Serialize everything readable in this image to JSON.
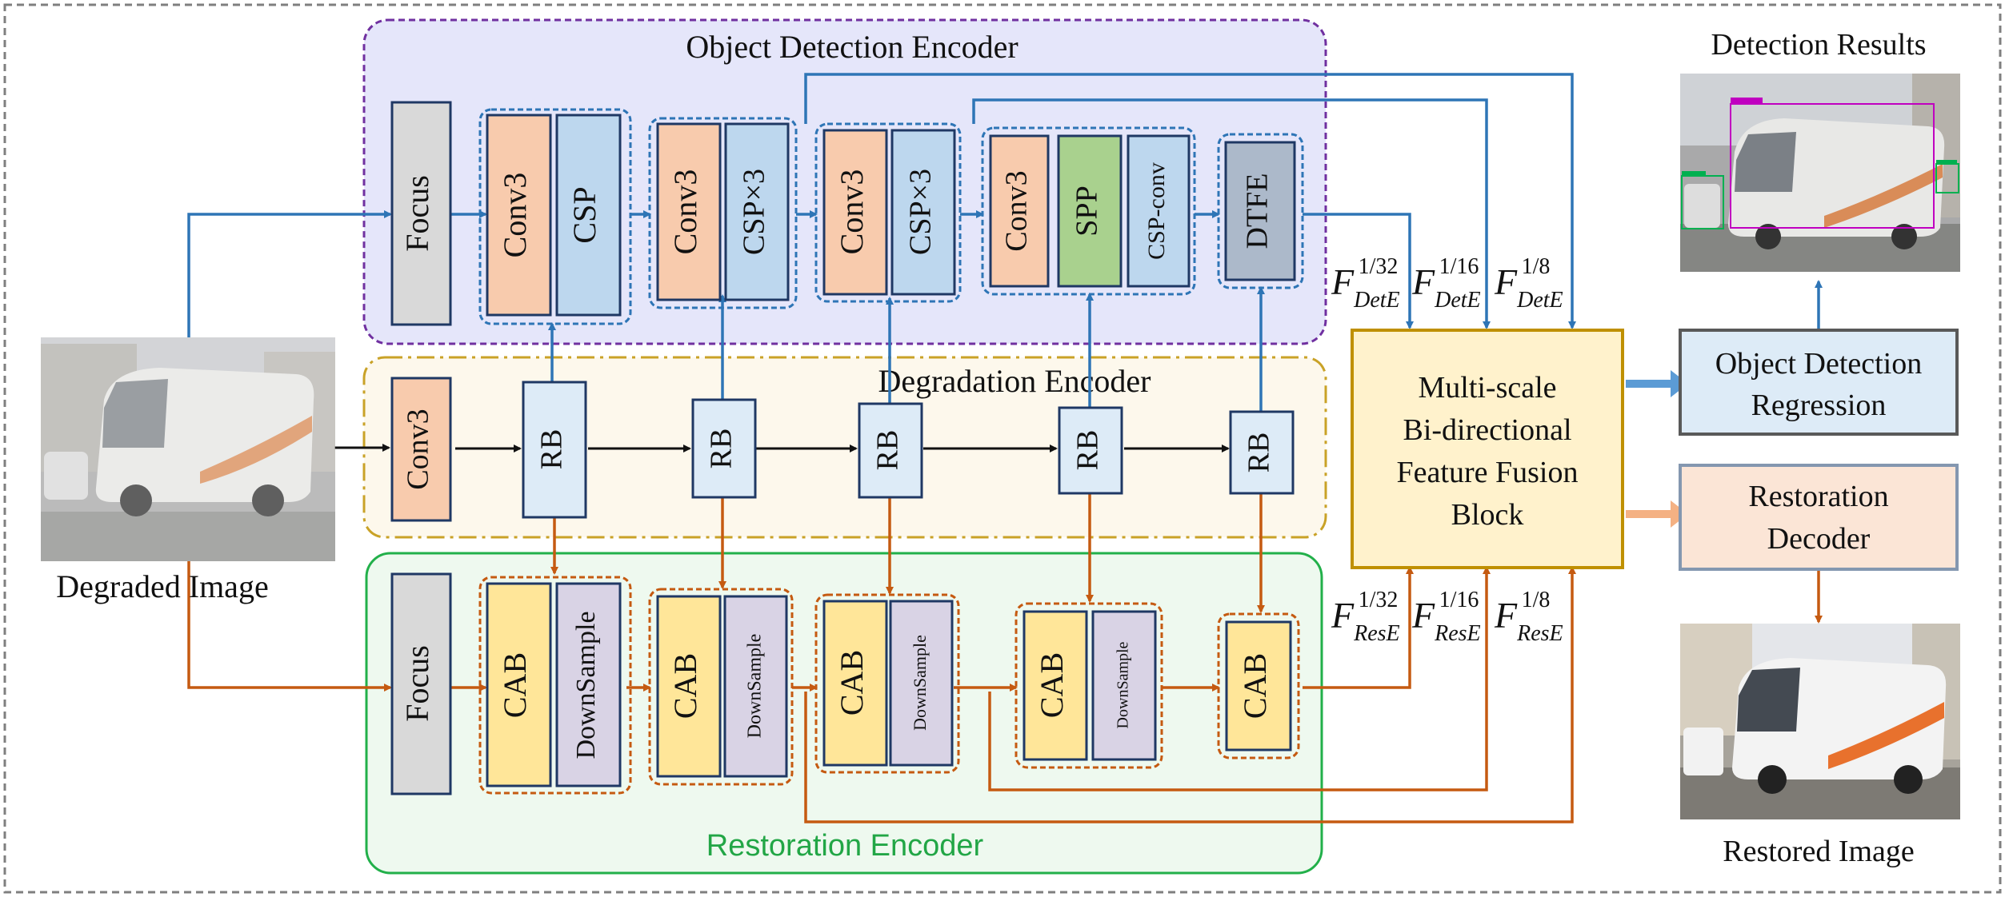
{
  "encoders": {
    "detection": "Object Detection Encoder",
    "degradation": "Degradation Encoder",
    "restoration": "Restoration Encoder"
  },
  "blocks": {
    "focus": "Focus",
    "conv3": "Conv3",
    "csp": "CSP",
    "csp3": "CSP×3",
    "spp": "SPP",
    "cspconv": "CSP-conv",
    "dtfe": "DTFE",
    "rb": "RB",
    "cab": "CAB",
    "downsample": "DownSample"
  },
  "fusion": {
    "line1": "Multi-scale",
    "line2": "Bi-directional",
    "line3": "Feature Fusion",
    "line4": "Block"
  },
  "heads": {
    "det_line1": "Object Detection",
    "det_line2": "Regression",
    "res_line1": "Restoration",
    "res_line2": "Decoder"
  },
  "images": {
    "degraded": "Degraded Image",
    "detection_results": "Detection Results",
    "restored": "Restored Image"
  },
  "features": {
    "F": "F",
    "det_sub": "DetE",
    "res_sub": "ResE",
    "s32": "1/32",
    "s16": "1/16",
    "s8": "1/8"
  },
  "colors": {
    "det_bg": "#e5e6fa",
    "det_border": "#7030a0",
    "deg_bg": "#fdf8ec",
    "deg_border": "#c9a227",
    "res_bg": "#eef9ef",
    "res_border": "#22b04a",
    "blue_arrow": "#2e75b6",
    "orange_arrow": "#c55a11"
  }
}
